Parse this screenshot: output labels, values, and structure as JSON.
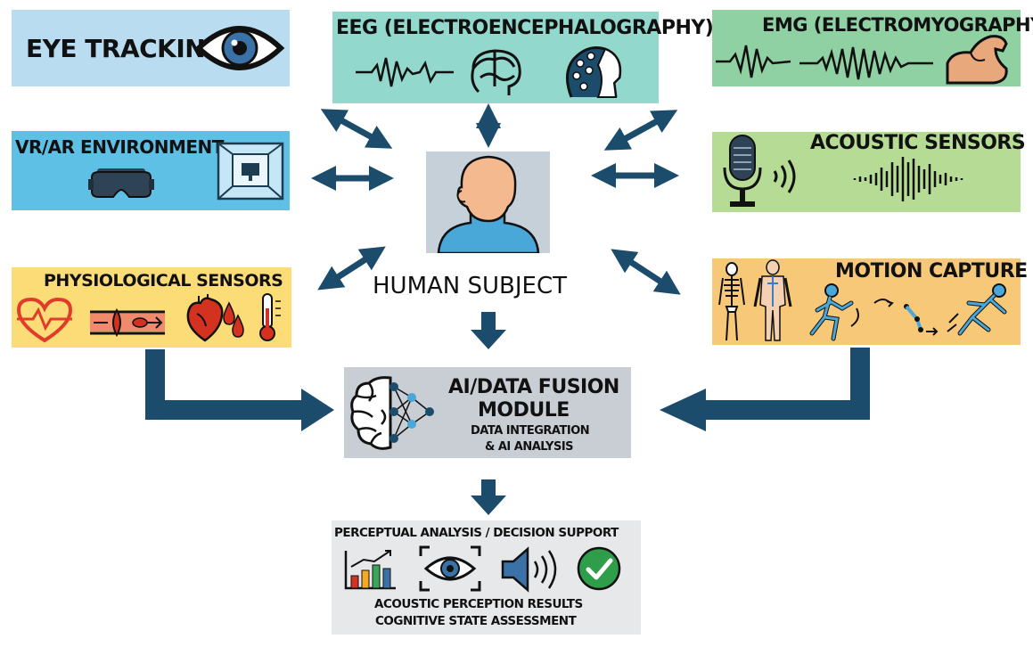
{
  "colors": {
    "arrow": "#1c4c6c",
    "eye_tracking_bg": "#b9dcf1",
    "eeg_bg": "#93d8cc",
    "emg_bg": "#90d1a3",
    "vr_bg": "#5fc0e6",
    "acoustic_bg": "#b6db94",
    "physio_bg": "#fbdc77",
    "motion_bg": "#f8c879",
    "fusion_bg": "#c9ced4",
    "output_bg": "#e6e8ea"
  },
  "modules": {
    "eye_tracking": {
      "title": "EYE TRACKING",
      "icons": [
        "eye-icon"
      ]
    },
    "eeg": {
      "title": "EEG (ELECTROENCEPHALOGRAPHY)",
      "icons": [
        "brainwave-icon",
        "brain-icon",
        "eeg-cap-icon"
      ]
    },
    "emg": {
      "title": "EMG (ELECTROMYOGRAPHY)",
      "icons": [
        "signal-wave-icon",
        "muscle-wave-icon",
        "flexed-arm-icon"
      ]
    },
    "vr_ar": {
      "title": "VR/AR ENVIRONMENT",
      "icons": [
        "vr-headset-icon",
        "room-display-icon"
      ]
    },
    "acoustic": {
      "title": "ACOUSTIC SENSORS",
      "icons": [
        "microphone-icon",
        "sound-waves-icon",
        "audio-waveform-icon"
      ]
    },
    "physiological": {
      "title": "PHYSIOLOGICAL SENSORS",
      "icons": [
        "heart-rate-icon",
        "blood-flow-icon",
        "heart-icon",
        "blood-drops-icon",
        "thermometer-icon"
      ]
    },
    "motion_capture": {
      "title": "MOTION CAPTURE",
      "icons": [
        "skeleton-icon",
        "body-anatomy-icon",
        "person-moving-icon",
        "joint-motion-icon",
        "person-falling-icon"
      ]
    }
  },
  "subject": {
    "label": "HUMAN SUBJECT",
    "icon": "human-head-icon"
  },
  "fusion": {
    "title_line1": "AI/DATA FUSION",
    "title_line2": "MODULE",
    "sub_line1": "DATA INTEGRATION",
    "sub_line2": "& AI ANALYSIS",
    "icon": "ai-brain-network-icon"
  },
  "output": {
    "title": "PERCEPTUAL ANALYSIS / DECISION SUPPORT",
    "icons": [
      "bar-chart-icon",
      "eye-focus-icon",
      "speaker-icon",
      "check-circle-icon"
    ],
    "line1": "ACOUSTIC PERCEPTION RESULTS",
    "line2": "COGNITIVE STATE ASSESSMENT"
  }
}
